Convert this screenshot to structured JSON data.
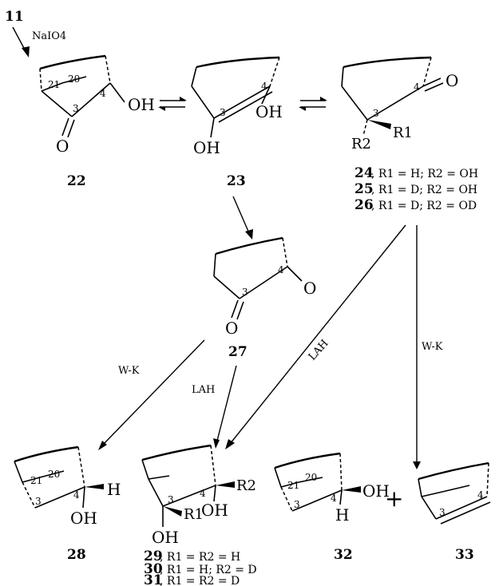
{
  "start_compound": "11",
  "reagents": {
    "naio4": "NaIO4",
    "lah_a": "LAH",
    "lah_b": "LAH",
    "wk_a": "W-K",
    "wk_b": "W-K"
  },
  "atoms": {
    "oh": "OH",
    "o": "O",
    "h": "H",
    "r1": "R1",
    "r2": "R2",
    "plus": "+"
  },
  "positions": {
    "p3": "3",
    "p4": "4",
    "p20": "20",
    "p21": "21"
  },
  "compounds": {
    "c22": "22",
    "c23": "23",
    "c27": "27",
    "c28": "28",
    "c32": "32",
    "c33": "33"
  },
  "series_24_26": [
    {
      "num": "24",
      "text": ", R1 = H; R2 = OH"
    },
    {
      "num": "25",
      "text": ", R1 = D; R2 = OH"
    },
    {
      "num": "26",
      "text": ", R1 = D; R2 = OD"
    }
  ],
  "series_29_31": [
    {
      "num": "29",
      "text": ", R1 = R2 = H"
    },
    {
      "num": "30",
      "text": ", R1 = H; R2 = D"
    },
    {
      "num": "31",
      "text": ", R1 = R2 = D"
    }
  ]
}
